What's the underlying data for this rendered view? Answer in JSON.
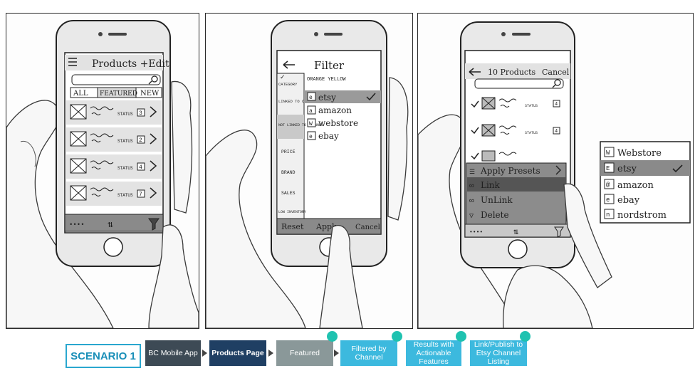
{
  "panel1": {
    "header_title": "Products +Edit",
    "tabs": [
      "ALL",
      "FEATURED",
      "NEW"
    ],
    "rows": [
      {
        "status": "STATUS",
        "count": "3"
      },
      {
        "status": "STATUS",
        "count": "2"
      },
      {
        "status": "STATUS",
        "count": "4"
      },
      {
        "status": "STATUS",
        "count": "7"
      }
    ]
  },
  "panel2": {
    "header_title": "Filter",
    "colors_row": "ORANGE YELLOW",
    "categories": [
      "CATEGORY",
      "LINKED TO CHANNEL",
      "NOT LINKED TO CHANNEL",
      "PRICE",
      "BRAND",
      "SALES",
      "LOW INVENTORY"
    ],
    "channels": [
      {
        "icon": "e",
        "name": "etsy"
      },
      {
        "icon": "a",
        "name": "amazon"
      },
      {
        "icon": "W",
        "name": "webstore"
      },
      {
        "icon": "e",
        "name": "ebay"
      }
    ],
    "bottom_bar": {
      "reset": "Reset",
      "apply": "Apply",
      "cancel": "Cancel"
    }
  },
  "panel3": {
    "header_title": "10 Products",
    "cancel": "Cancel",
    "row_status": "STATUS",
    "row_counts": [
      "4",
      "4"
    ],
    "actions": [
      "Apply Presets",
      "Link",
      "UnLink",
      "Delete"
    ],
    "channels": [
      {
        "icon": "W",
        "name": "Webstore"
      },
      {
        "icon": "E",
        "name": "etsy"
      },
      {
        "icon": "@",
        "name": "amazon"
      },
      {
        "icon": "e",
        "name": "ebay"
      },
      {
        "icon": "n",
        "name": "nordstrom"
      }
    ]
  },
  "flow": {
    "scenario": "SCENARIO 1",
    "steps": [
      "BC Mobile App",
      "Products Page",
      "Featured",
      "Filtered by Channel",
      "Results with Actionable Features",
      "Link/Publish to Etsy Channel Listing"
    ]
  }
}
